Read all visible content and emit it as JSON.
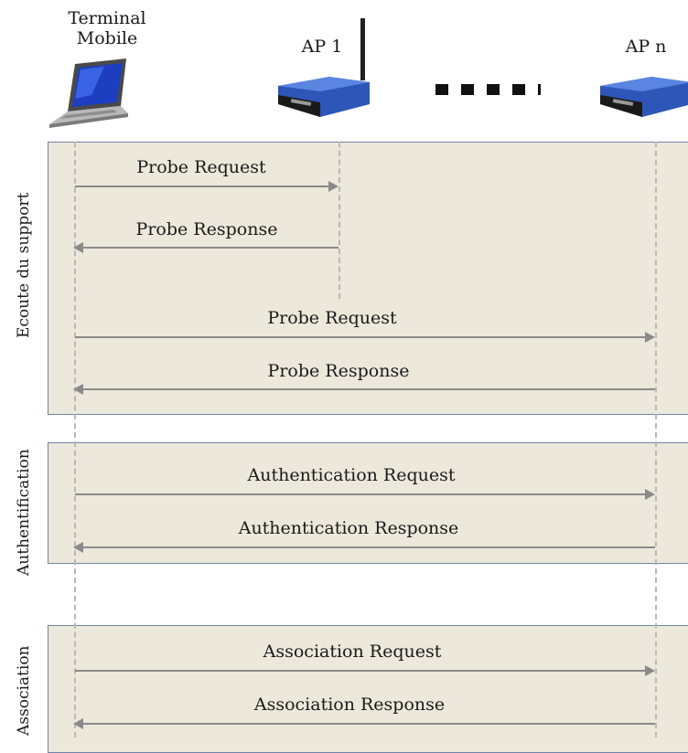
{
  "nodes": [
    {
      "id": "terminal",
      "label_line1": "Terminal",
      "label_line2": "Mobile",
      "icon": "laptop-icon"
    },
    {
      "id": "ap1",
      "label": "AP 1",
      "icon": "router-icon"
    },
    {
      "id": "apn",
      "label": "AP n",
      "icon": "router-icon"
    }
  ],
  "phases": [
    {
      "label": "Ecoute du support",
      "color": "#ece8dc"
    },
    {
      "label": "Authentification",
      "color": "#ece8dc"
    },
    {
      "label": "Association",
      "color": "#ece8dc"
    }
  ],
  "messages": [
    {
      "label": "Probe Request",
      "from": "terminal",
      "to": "ap1"
    },
    {
      "label": "Probe Response",
      "from": "ap1",
      "to": "terminal"
    },
    {
      "label": "Probe Request",
      "from": "terminal",
      "to": "apn"
    },
    {
      "label": "Probe Response",
      "from": "apn",
      "to": "terminal"
    },
    {
      "label": "Authentication Request",
      "from": "terminal",
      "to": "apn"
    },
    {
      "label": "Authentication Response",
      "from": "apn",
      "to": "terminal"
    },
    {
      "label": "Association Request",
      "from": "terminal",
      "to": "apn"
    },
    {
      "label": "Association Response",
      "from": "apn",
      "to": "terminal"
    }
  ],
  "colors": {
    "phase_fill": "#ece8dc",
    "phase_border": "#6f84a8",
    "arrow": "#8a8a8a",
    "lifeline": "#b8b8b8",
    "router": "#3a5fb5"
  }
}
